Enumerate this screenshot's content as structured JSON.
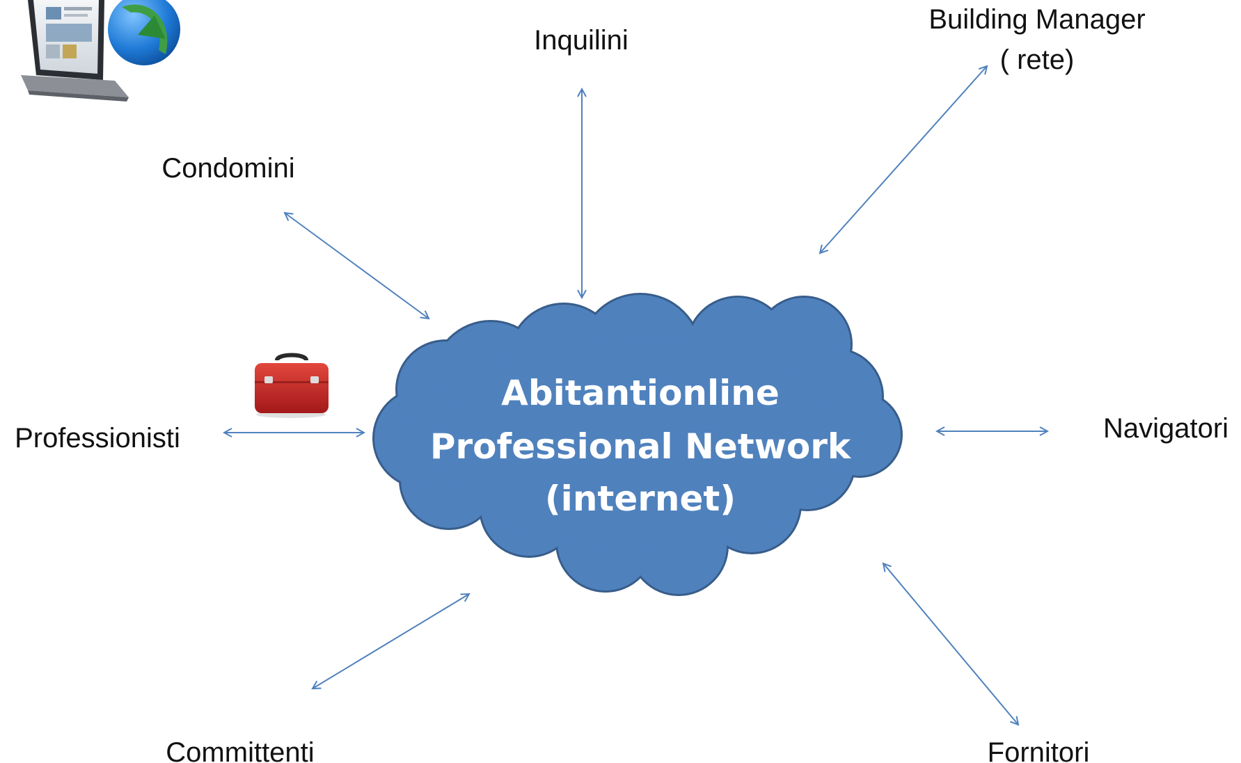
{
  "colors": {
    "cloud_fill": "#4f81bd",
    "cloud_stroke": "#385d8a",
    "arrow": "#4f81bd",
    "text": "#111111",
    "cloud_text": "#ffffff",
    "toolbox": "#c0261f"
  },
  "cloud": {
    "line1": "Abitantionline",
    "line2": "Professional Network",
    "line3": "(internet)"
  },
  "nodes": {
    "inquilini": "Inquilini",
    "building_manager_1": "Building Manager",
    "building_manager_2": "( rete)",
    "condomini": "Condomini",
    "professionisti": "Professionisti",
    "navigatori": "Navigatori",
    "committenti": "Committenti",
    "fornitori": "Fornitori"
  },
  "icons": [
    "laptop-globe-logo-icon",
    "toolbox-icon"
  ]
}
